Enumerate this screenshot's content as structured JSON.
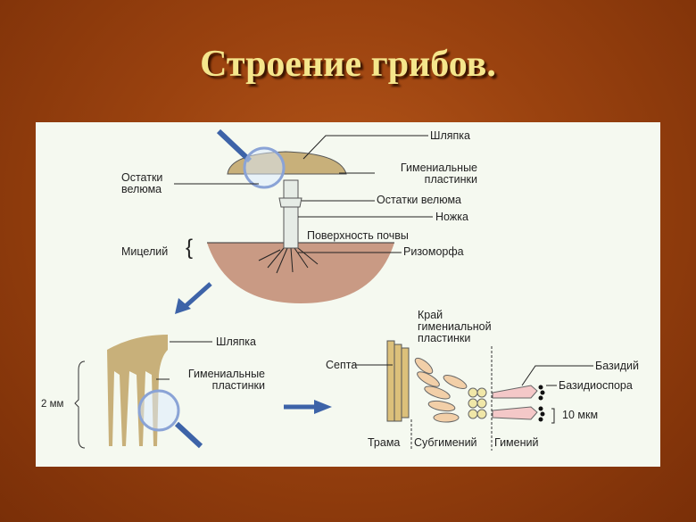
{
  "title": "Строение грибов.",
  "diagram": {
    "top": {
      "cap": "Шляпка",
      "gills": "Гимениальные пластинки",
      "gills_1": "Гимениальные",
      "gills_2": "пластинки",
      "velum_left_1": "Остатки",
      "velum_left_2": "велюма",
      "velum_right": "Остатки велюма",
      "stem": "Ножка",
      "soil": "Поверхность почвы",
      "mycelium": "Мицелий",
      "rhizomorph": "Ризоморфа"
    },
    "middle": {
      "cap": "Шляпка",
      "gills_1": "Гимениальные",
      "gills_2": "пластинки",
      "scale": "2 мм"
    },
    "detail": {
      "edge_1": "Край",
      "edge_2": "гимениальной",
      "edge_3": "пластинки",
      "septum": "Септа",
      "basidium": "Базидий",
      "basidiospore": "Базидиоспора",
      "scale": "10 мкм",
      "trama": "Трама",
      "subhymenium": "Субгимений",
      "hymenium": "Гимений"
    }
  },
  "colors": {
    "background": "#9a420f",
    "title": "#f5e68c",
    "panel": "#f5f9f0",
    "cap": "#c8b07a",
    "soil": "#c99a84",
    "arrow": "#3d63a8"
  }
}
